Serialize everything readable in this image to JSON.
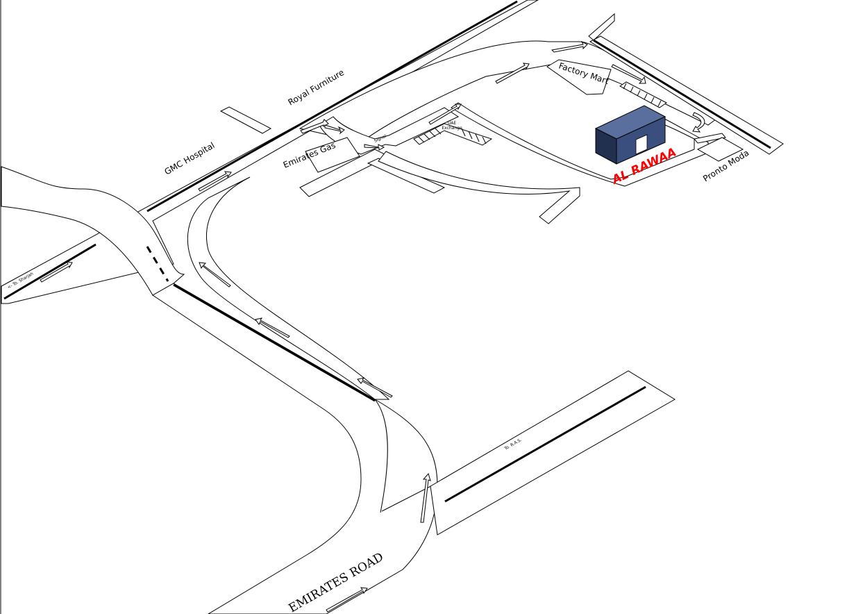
{
  "map": {
    "roads": {
      "emirates_road": "EMIRATES ROAD",
      "to_sharjah": "<- To. Sharjah",
      "to_ras": "To. R.A.S."
    },
    "landmarks": {
      "royal_furniture": "Royal Furniture",
      "gmc_hospital": "GMC Hospital",
      "emirates_gas": "Emirates Gas",
      "signal": "Signal",
      "uae_exchange_line1": "UAE",
      "uae_exchange_line2": "Exchange",
      "factory_mart": "Factory Mart",
      "pronto_moda": "Pronto Moda"
    },
    "destination": {
      "name": "AL RAWAA"
    },
    "colors": {
      "road_outline": "#000000",
      "background": "#ffffff",
      "building_front": "#3b4f7e",
      "building_top": "#5a6f9e",
      "building_side": "#22304f",
      "brand": "#ff0000"
    }
  }
}
